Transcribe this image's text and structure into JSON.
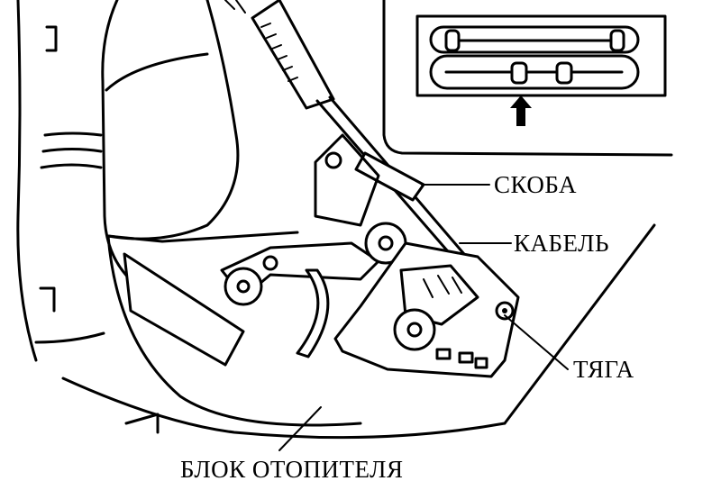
{
  "labels": {
    "bracket": "СКОБА",
    "cable": "КАБЕЛЬ",
    "rod": "ТЯГА",
    "heater_unit": "БЛОК ОТОПИТЕЛЯ"
  }
}
